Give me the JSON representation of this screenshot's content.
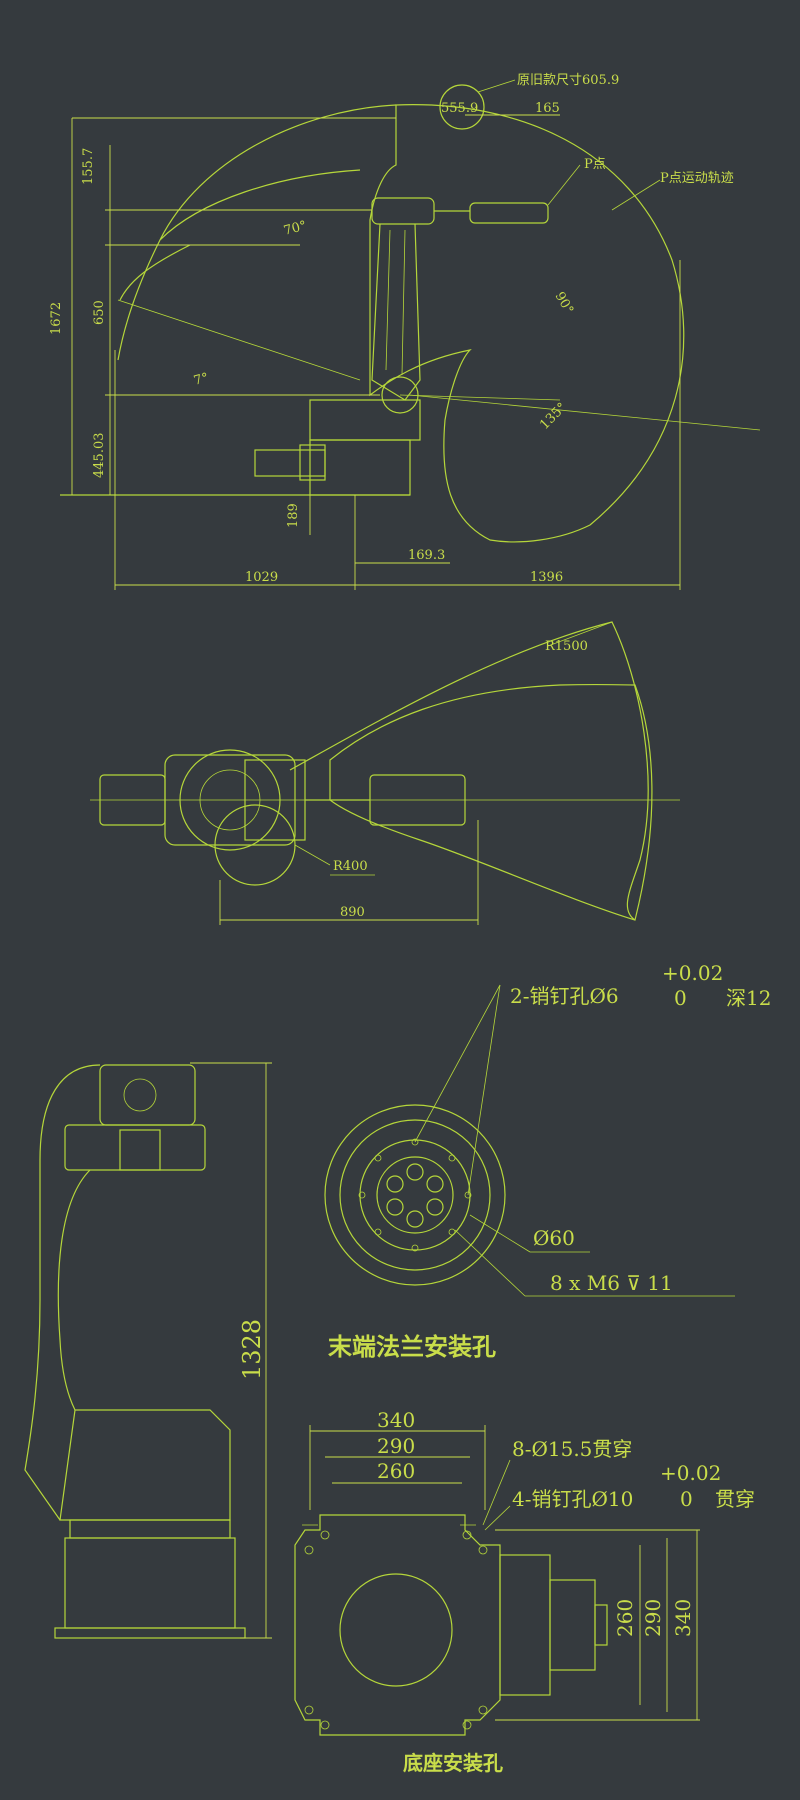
{
  "colors": {
    "background": "#353a3e",
    "line": "#b5d63a",
    "text": "#c9dd4a"
  },
  "side_view": {
    "callouts": {
      "old_size": "原旧款尺寸605.9",
      "p_point": "P点",
      "p_trajectory": "P点运动轨迹"
    },
    "dims": {
      "d555": "555.9",
      "d165": "165",
      "d155": "155.7",
      "d1672": "1672",
      "d650": "650",
      "d445": "445.03",
      "d189": "189",
      "d169": "169.3",
      "d1029": "1029",
      "d1396": "1396"
    },
    "angles": {
      "a70": "70°",
      "a7": "7°",
      "a90": "90°",
      "a135": "135°"
    }
  },
  "top_view": {
    "r1500": "R1500",
    "r400": "R400",
    "d890": "890"
  },
  "flange": {
    "pin_label": "2-销钉孔Ø6",
    "tol_upper": "+0.02",
    "tol_lower": "0",
    "depth": "深12",
    "phi60": "Ø60",
    "thread": "8 x M6 ⊽ 11",
    "title": "末端法兰安装孔"
  },
  "front_view": {
    "d1328": "1328"
  },
  "base": {
    "d340": "340",
    "d290": "290",
    "d260": "260",
    "through_holes": "8-Ø15.5贯穿",
    "pin_holes": "4-销钉孔Ø10",
    "tol_upper": "+0.02",
    "tol_lower": "0",
    "through": "贯穿",
    "r260": "260",
    "r290": "290",
    "r340": "340",
    "title": "底座安装孔"
  }
}
